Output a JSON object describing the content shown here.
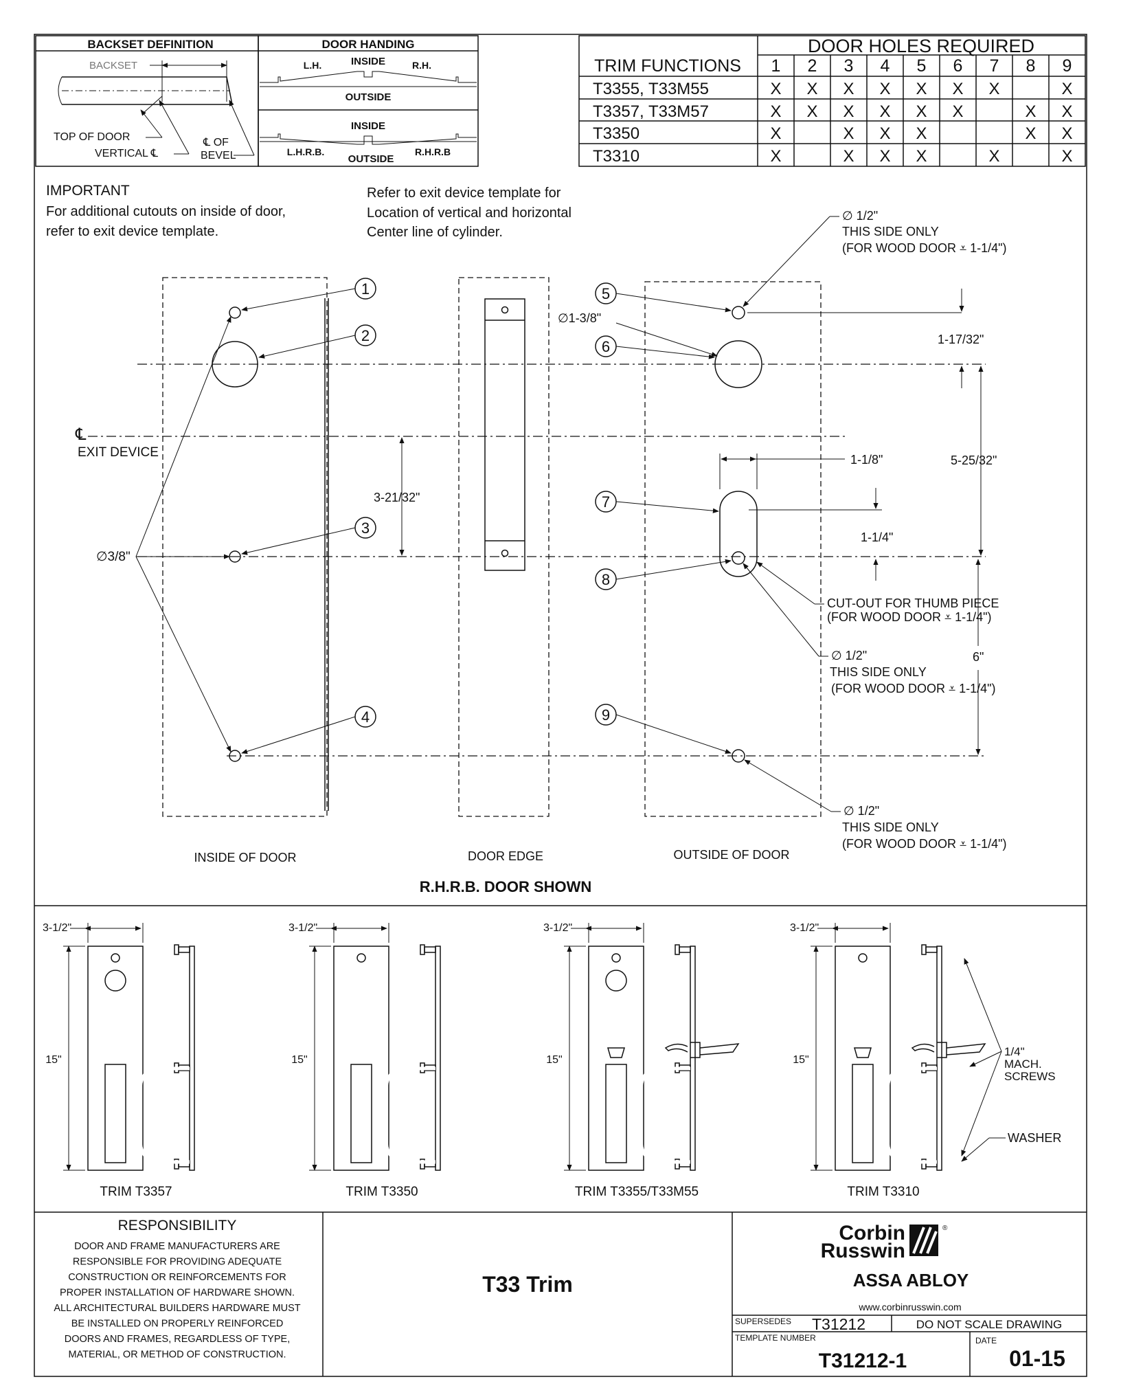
{
  "backset_definition": {
    "title": "BACKSET DEFINITION",
    "backset": "BACKSET",
    "top_of_door": "TOP OF DOOR",
    "vertical_cl": "VERTICAL ℄",
    "cl_of": "℄ OF",
    "bevel": "BEVEL"
  },
  "door_handing": {
    "title": "DOOR HANDING",
    "lh": "L.H.",
    "rh": "R.H.",
    "inside": "INSIDE",
    "outside": "OUTSIDE",
    "lhrb": "L.H.R.B.",
    "rhrb": "R.H.R.B"
  },
  "holes_table": {
    "title": "DOOR HOLES REQUIRED",
    "header_label": "TRIM FUNCTIONS",
    "columns": [
      "1",
      "2",
      "3",
      "4",
      "5",
      "6",
      "7",
      "8",
      "9"
    ],
    "rows": [
      {
        "name": "T3355, T33M55",
        "cells": [
          "X",
          "X",
          "X",
          "X",
          "X",
          "X",
          "X",
          "",
          "X"
        ]
      },
      {
        "name": "T3357, T33M57",
        "cells": [
          "X",
          "X",
          "X",
          "X",
          "X",
          "X",
          "",
          "X",
          "X"
        ]
      },
      {
        "name": "T3350",
        "cells": [
          "X",
          "",
          "X",
          "X",
          "X",
          "",
          "",
          "X",
          "X"
        ]
      },
      {
        "name": "T3310",
        "cells": [
          "X",
          "",
          "X",
          "X",
          "X",
          "",
          "X",
          "",
          "X"
        ]
      }
    ]
  },
  "notes": {
    "important_title": "IMPORTANT",
    "important_1": "For additional cutouts on inside of door,",
    "important_2": "refer to exit device template.",
    "refer_1": "Refer to exit device template for",
    "refer_2": "Location of vertical and horizontal",
    "refer_3": "Center line of cylinder."
  },
  "main_drawing": {
    "callouts": [
      "1",
      "2",
      "3",
      "4",
      "5",
      "6",
      "7",
      "8",
      "9"
    ],
    "cl_symbol": "℄",
    "exit_device": "EXIT DEVICE",
    "dia_3_8": "∅3/8\"",
    "dim_3_21_32": "3-21/32\"",
    "dia_1_3_8": "∅1-3/8\"",
    "dia_1_2": "∅ 1/2\"",
    "this_side_only": "THIS SIDE ONLY",
    "for_wood_door": "(FOR WOOD DOOR ⩡ 1-1/4\")",
    "dim_1_17_32": "1-17/32\"",
    "dim_5_25_32": "5-25/32\"",
    "dim_1_1_8": "1-1/8\"",
    "dim_1_1_4": "1-1/4\"",
    "dim_6": "6\"",
    "cutout_1": "CUT-OUT FOR THUMB PIECE",
    "cutout_2": "(FOR WOOD DOOR ⩡ 1-1/4\")",
    "inside_of_door": "INSIDE OF DOOR",
    "door_edge": "DOOR EDGE",
    "outside_of_door": "OUTSIDE OF DOOR",
    "door_shown": "R.H.R.B. DOOR SHOWN"
  },
  "trims": {
    "width_dim": "3-1/2\"",
    "height_dim": "15\"",
    "labels": [
      "TRIM T3357",
      "TRIM T3350",
      "TRIM T3355/T33M55",
      "TRIM T3310"
    ],
    "mach_screws_1": "1/4\"",
    "mach_screws_2": "MACH.",
    "mach_screws_3": "SCREWS",
    "washer": "WASHER"
  },
  "responsibility": {
    "title": "RESPONSIBILITY",
    "lines": [
      "DOOR AND FRAME MANUFACTURERS ARE",
      "RESPONSIBLE FOR PROVIDING ADEQUATE",
      "CONSTRUCTION OR REINFORCEMENTS FOR",
      "PROPER INSTALLATION OF HARDWARE SHOWN.",
      "ALL ARCHITECTURAL BUILDERS HARDWARE MUST",
      "BE INSTALLED ON PROPERLY REINFORCED",
      "DOORS AND FRAMES, REGARDLESS OF TYPE,",
      "MATERIAL, OR METHOD OF CONSTRUCTION."
    ]
  },
  "title_block": {
    "product": "T33 Trim",
    "brand_1": "Corbin",
    "brand_2": "Russwin",
    "parent": "ASSA ABLOY",
    "website": "www.corbinrusswin.com",
    "supersedes_label": "SUPERSEDES",
    "supersedes_value": "T31212",
    "do_not_scale": "DO NOT SCALE DRAWING",
    "template_label": "TEMPLATE NUMBER",
    "template_value": "T31212-1",
    "date_label": "DATE",
    "date_value": "01-15"
  }
}
